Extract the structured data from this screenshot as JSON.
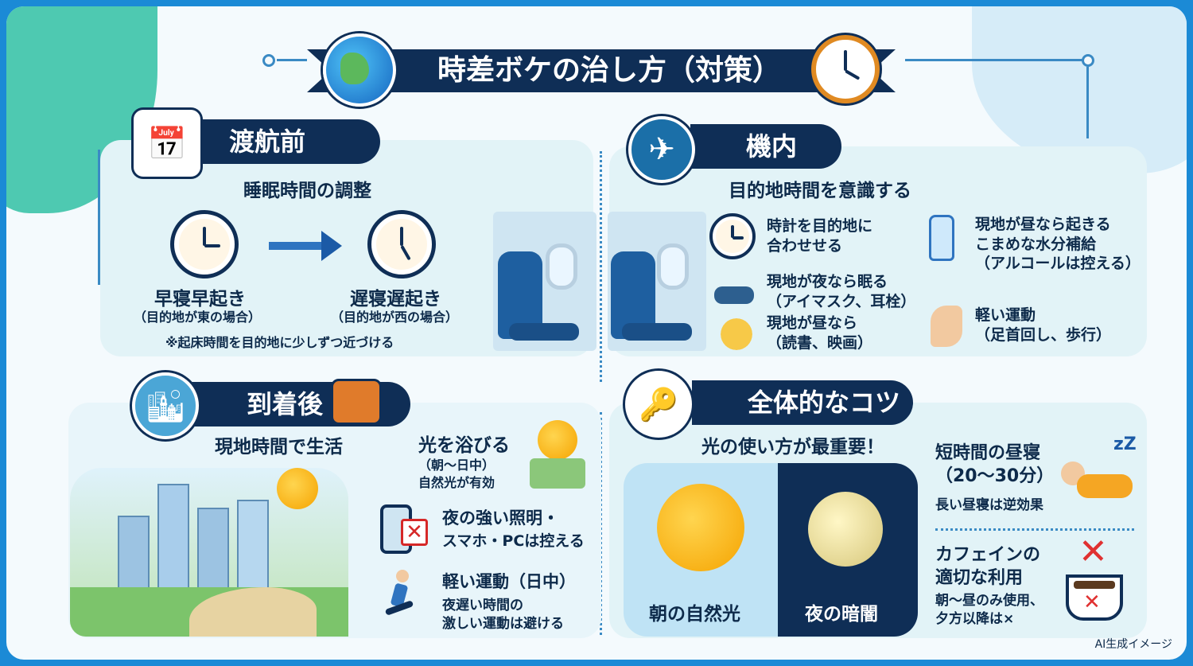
{
  "title": "時差ボケの治し方（対策）",
  "sections": {
    "before": {
      "header": "渡航前",
      "subtitle": "睡眠時間の調整",
      "early_label": "早寝早起き",
      "early_note": "（目的地が東の場合）",
      "late_label": "遅寝遅起き",
      "late_note": "（目的地が西の場合）",
      "footnote": "※起床時間を目的地に少しずつ近づける"
    },
    "inflight": {
      "header": "機内",
      "subtitle": "目的地時間を意識する",
      "items": [
        "時計を目的地に\n合わせせる",
        "現地が夜なら眠る\n（アイマスク、耳栓）",
        "現地が昼なら\n（読書、映画）",
        "現地が昼なら起きる\nこまめな水分補給\n（アルコールは控える）",
        "軽い運動\n（足首回し、歩行）"
      ]
    },
    "arrival": {
      "header": "到着後",
      "subtitle": "現地時間で生活",
      "light_title": "光を浴びる",
      "light_note": "（朝〜日中）\n自然光が有効",
      "night_title": "夜の強い照明・",
      "night_note": "スマホ・PCは控える",
      "exercise_title": "軽い運動（日中）",
      "exercise_note": "夜遅い時間の\n激しい運動は避ける"
    },
    "tips": {
      "header": "全体的なコツ",
      "subtitle": "光の使い方が最重要！",
      "morning": "朝の自然光",
      "night": "夜の暗闇",
      "nap_title": "短時間の昼寝\n（20〜30分）",
      "nap_note": "長い昼寝は逆効果",
      "caffeine_title": "カフェインの\n適切な利用",
      "caffeine_note": "朝〜昼のみ使用、\n夕方以降は×"
    }
  },
  "icons": [
    "globe-icon",
    "clock-icon",
    "calendar-icon",
    "airplane-icon",
    "city-icon",
    "suitcase-icon",
    "key-icon",
    "sun-icon",
    "moon-icon",
    "water-bottle-icon",
    "eye-mask-icon",
    "foot-icon",
    "smartphone-icon",
    "runner-icon",
    "sleeping-person-icon",
    "coffee-cup-icon"
  ],
  "ai_label": "AI生成イメージ",
  "colors": {
    "navy": "#0f2e56",
    "accent_orange": "#e08a22",
    "panel": "#e2f3f7",
    "frame_blue": "#1b8ad6"
  }
}
